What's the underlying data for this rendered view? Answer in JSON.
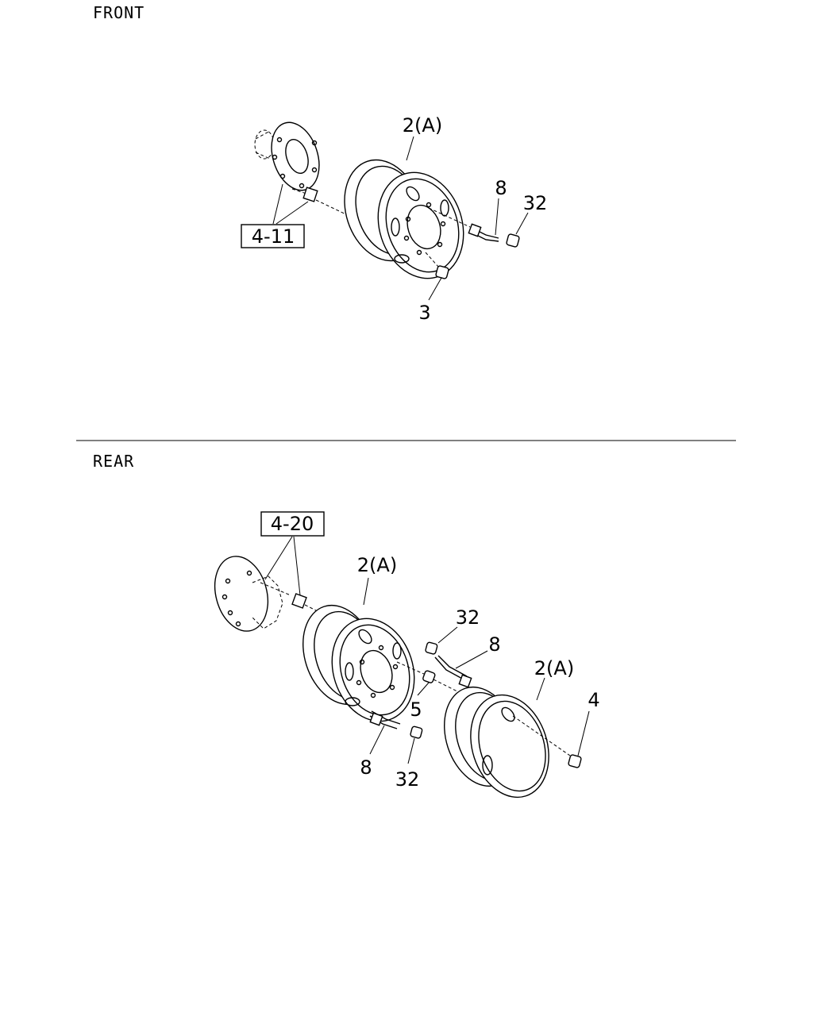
{
  "sections": {
    "front": {
      "title": "FRONT"
    },
    "rear": {
      "title": "REAR"
    }
  },
  "front_callouts": {
    "ref_box": "4-11",
    "wheel": "2(A)",
    "valve": "8",
    "cap": "32",
    "nut": "3"
  },
  "rear_callouts": {
    "ref_box": "4-20",
    "inner_wheel": "2(A)",
    "outer_wheel": "2(A)",
    "cap_upper": "32",
    "valve_upper": "8",
    "inner_nut": "5",
    "valve_lower": "8",
    "cap_lower": "32",
    "outer_nut": "4"
  }
}
